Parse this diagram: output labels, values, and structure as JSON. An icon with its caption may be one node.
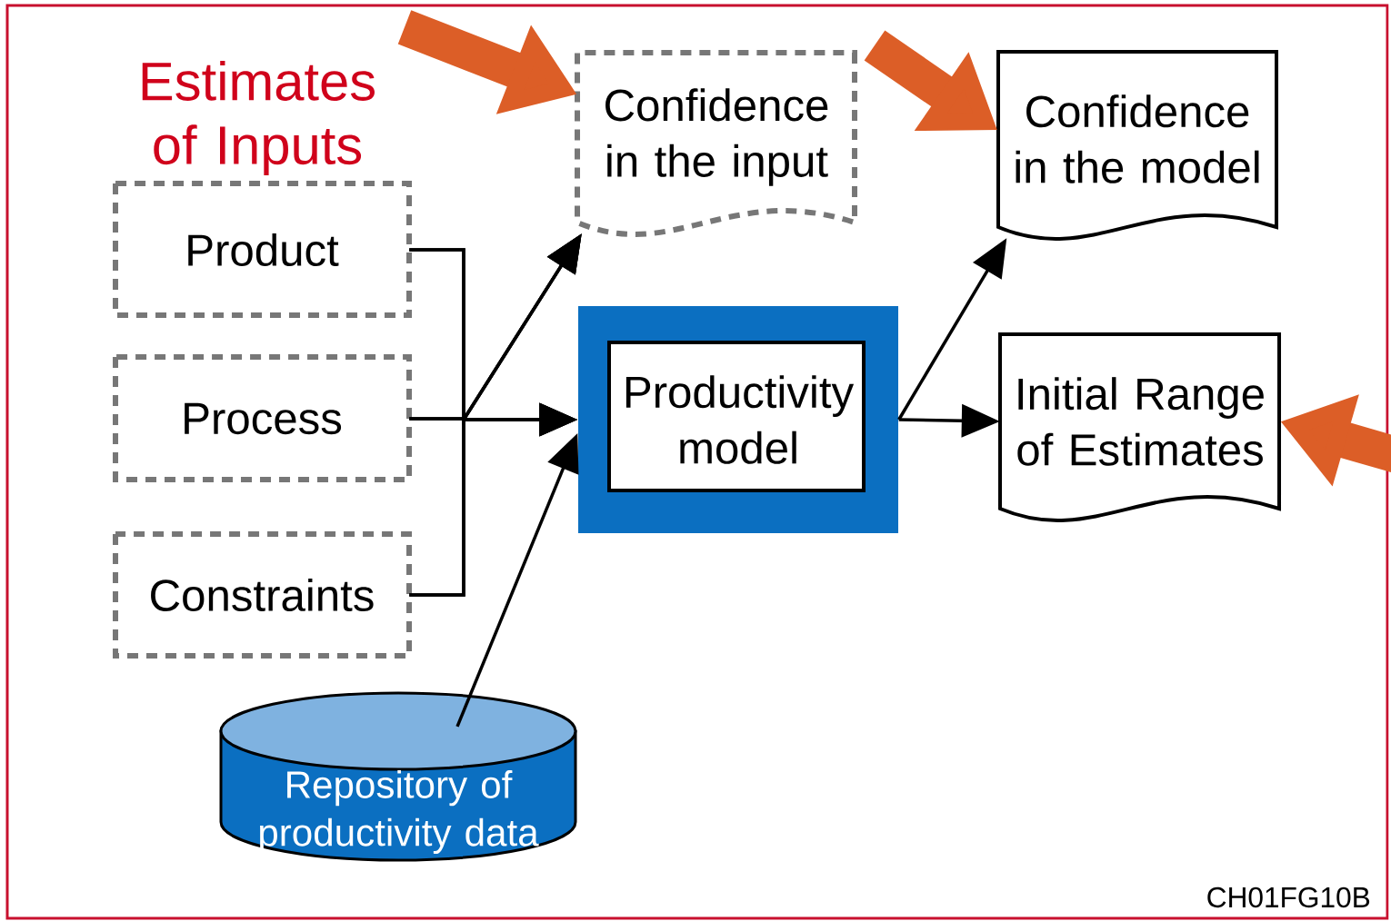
{
  "diagram": {
    "title": "Estimates of Inputs",
    "nodes": [
      {
        "text": [
          "Product"
        ]
      },
      {
        "text": [
          "Process"
        ]
      },
      {
        "text": [
          "Constraints"
        ]
      },
      {
        "text": [
          "Confidence in the input"
        ]
      },
      {
        "text": [
          "Productivity model"
        ]
      },
      {
        "text": [
          "Confidence in the model"
        ]
      },
      {
        "text": [
          "Initial Range of Estimates"
        ]
      },
      {
        "text": [
          "Repository of productivity data"
        ]
      }
    ],
    "edges": [
      {
        "from": 0,
        "to": 4,
        "arrow": "to"
      },
      {
        "from": 1,
        "to": 4,
        "arrow": "to"
      },
      {
        "from": 2,
        "to": 4,
        "arrow": "to"
      },
      {
        "from": 0,
        "to": 3,
        "arrow": "to"
      },
      {
        "from": 1,
        "to": 3,
        "arrow": "to"
      },
      {
        "from": 2,
        "to": 3,
        "arrow": "to"
      },
      {
        "from": 7,
        "to": 4,
        "arrow": "to"
      },
      {
        "from": 4,
        "to": 5,
        "arrow": "to"
      },
      {
        "from": 4,
        "to": 6,
        "arrow": "to"
      },
      {
        "from": null,
        "to": 3,
        "arrow": "to",
        "style": "thick",
        "color": "#dc5e27"
      },
      {
        "from": null,
        "to": 5,
        "arrow": "to",
        "style": "thick",
        "color": "#dc5e27"
      },
      {
        "from": null,
        "to": 6,
        "arrow": "to",
        "style": "thick",
        "color": "#dc5e27"
      }
    ],
    "labels": [
      "CH01FG10B"
    ]
  }
}
